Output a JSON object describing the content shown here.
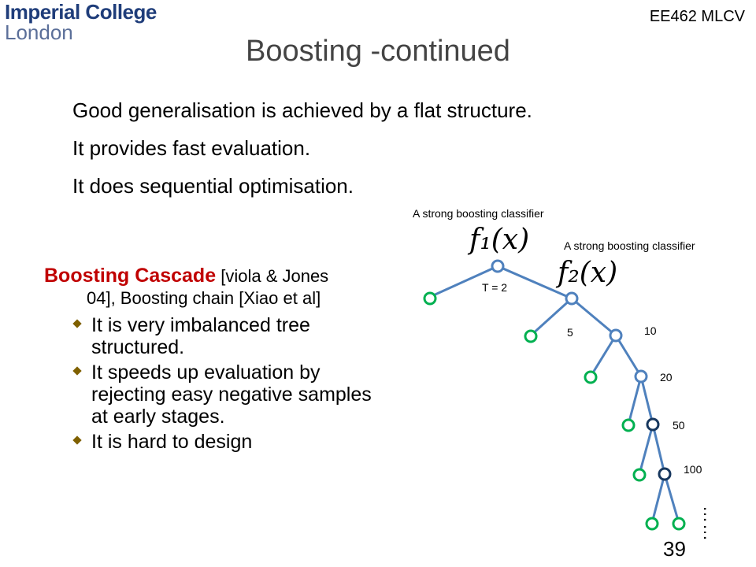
{
  "header": {
    "logo_line1": "Imperial College",
    "logo_line2": "London",
    "course": "EE462 MLCV"
  },
  "title": "Boosting -continued",
  "intro": [
    "Good generalisation is achieved by a flat structure.",
    "It provides fast evaluation.",
    "It does sequential optimisation."
  ],
  "cascade": {
    "heading": "Boosting Cascade",
    "ref1": " [viola & Jones",
    "ref2": "04], Boosting chain [Xiao et al]",
    "points": [
      "It is very imbalanced tree structured.",
      "It speeds up evaluation by rejecting easy negative samples at early stages.",
      "It is hard to design"
    ]
  },
  "diagram": {
    "label_f1": "A strong boosting classifier",
    "label_f2": "A strong boosting classifier",
    "f1": "f₁(x)",
    "f2": "f₂(x)",
    "t_labels": [
      "T = 2",
      "5",
      "10",
      "20",
      "50",
      "100"
    ],
    "dots": "……",
    "colors": {
      "edge": "#4f81bd",
      "node_internal": "#4f81bd",
      "leaf": "#00b050"
    }
  },
  "page_number": "39"
}
